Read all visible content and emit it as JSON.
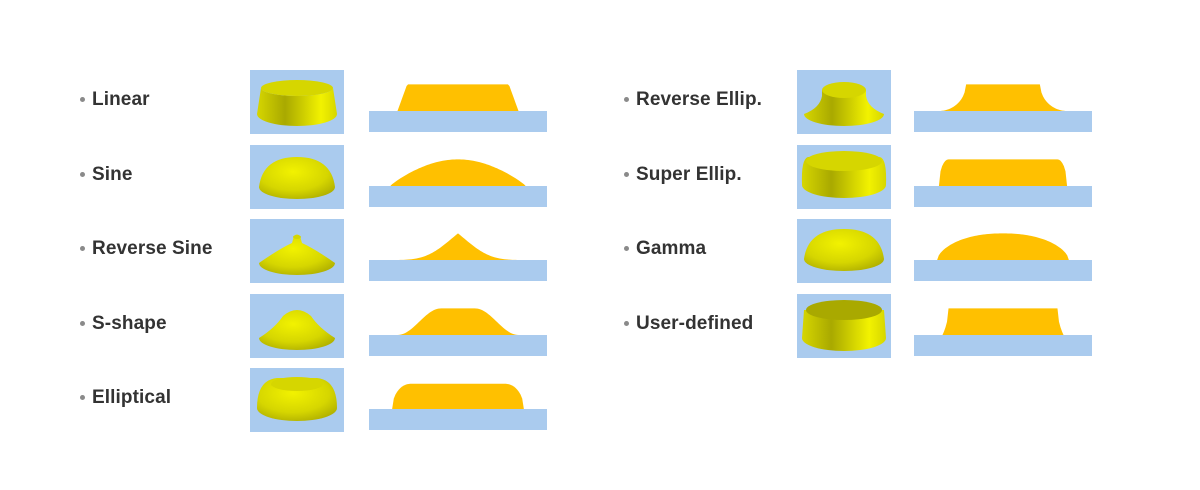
{
  "colors": {
    "substrate": "#aacbee",
    "profile_fill": "#ffc000",
    "body_light": "#f2f200",
    "body_mid": "#d6d600",
    "body_dark": "#a9a900",
    "bullet": "#8a8a8a",
    "label_text": "#333333"
  },
  "items": [
    {
      "id": "linear",
      "label": "Linear",
      "shape": "linear",
      "column": "left",
      "index": 0
    },
    {
      "id": "sine",
      "label": "Sine",
      "shape": "sine",
      "column": "left",
      "index": 1
    },
    {
      "id": "reverse-sine",
      "label": "Reverse Sine",
      "shape": "reverse-sine",
      "column": "left",
      "index": 2
    },
    {
      "id": "s-shape",
      "label": "S-shape",
      "shape": "s-shape",
      "column": "left",
      "index": 3
    },
    {
      "id": "elliptical",
      "label": "Elliptical",
      "shape": "elliptical",
      "column": "left",
      "index": 4
    },
    {
      "id": "reverse-ellip",
      "label": "Reverse Ellip.",
      "shape": "reverse-ellip",
      "column": "right",
      "index": 0
    },
    {
      "id": "super-ellip",
      "label": "Super Ellip.",
      "shape": "super-ellip",
      "column": "right",
      "index": 1
    },
    {
      "id": "gamma",
      "label": "Gamma",
      "shape": "gamma",
      "column": "right",
      "index": 2
    },
    {
      "id": "user-defined",
      "label": "User-defined",
      "shape": "user-defined",
      "column": "right",
      "index": 3
    }
  ]
}
